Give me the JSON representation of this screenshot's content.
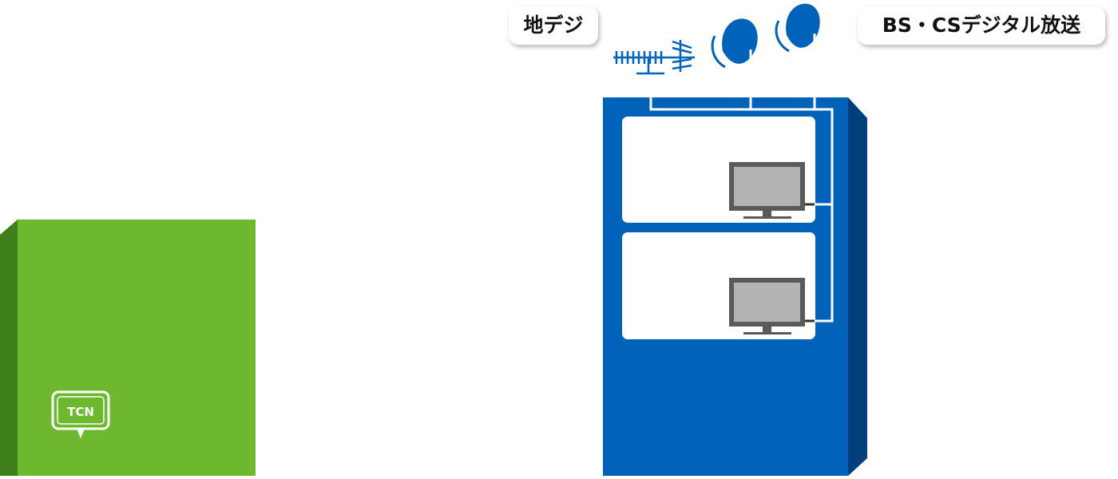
{
  "labels": {
    "terrestrial": "地デジ",
    "satellite": "BS・CSデジタル放送"
  },
  "logo": {
    "text": "TCN"
  },
  "colors": {
    "green_front": "#6eb82f",
    "green_side": "#3f7f1a",
    "blue_front": "#0062b8",
    "blue_side": "#003f7c",
    "tv_screen": "#b3b3b3",
    "tv_frame": "#5a5a5a"
  },
  "icons": [
    "tcn-logo-icon",
    "uhf-antenna-icon",
    "satellite-dish-icon",
    "tv-icon"
  ]
}
